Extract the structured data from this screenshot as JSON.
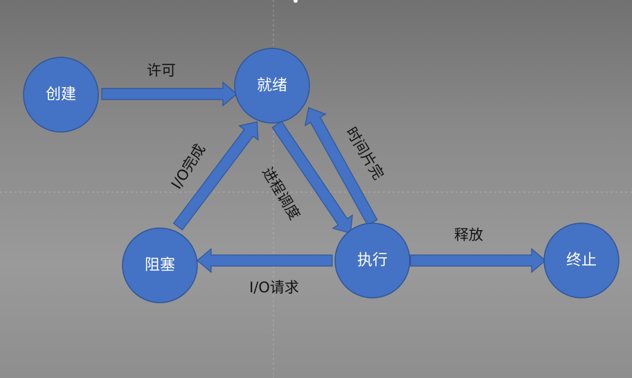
{
  "diagram": {
    "nodes": {
      "create": "创建",
      "ready": "就绪",
      "blocked": "阻塞",
      "running": "执行",
      "terminated": "终止"
    },
    "edges": {
      "create_to_ready": "许可",
      "blocked_to_ready": "I/O完成",
      "ready_to_running": "进程调度",
      "running_to_ready": "时间片完",
      "running_to_blocked": "I/O请求",
      "running_to_terminated": "释放"
    },
    "colors": {
      "node_fill": "#4472c4",
      "node_stroke": "#2f5597",
      "node_text": "#ffffff",
      "edge_text": "#111111"
    }
  }
}
